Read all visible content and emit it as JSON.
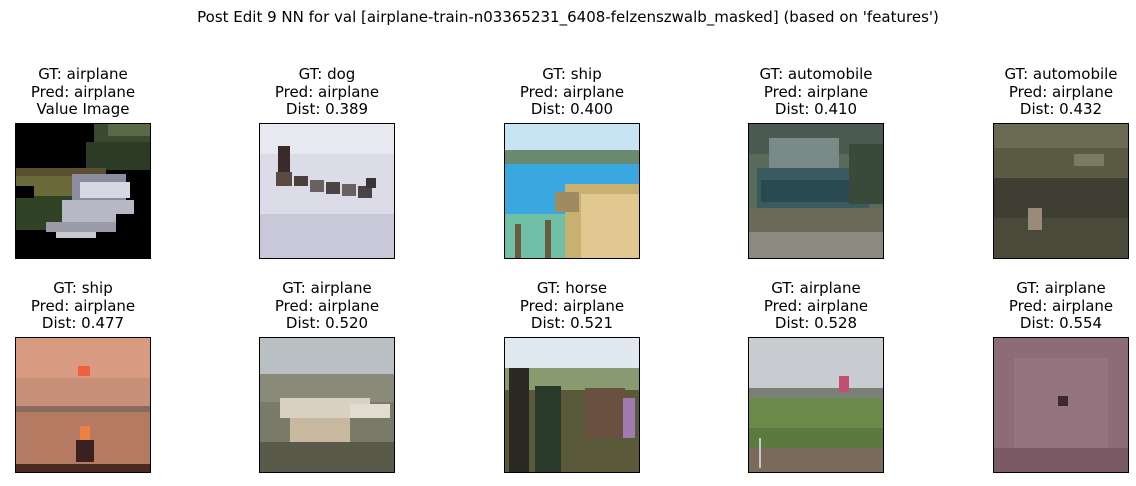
{
  "figure": {
    "title": "Post Edit 9 NN for val [airplane-train-n03365231_6408-felzenszwalb_masked] (based on 'features')"
  },
  "panels": [
    {
      "gt": "GT: airplane",
      "pred": "Pred: airplane",
      "info": "Value Image",
      "scene": "masked-plane"
    },
    {
      "gt": "GT: dog",
      "pred": "Pred: airplane",
      "info": "Dist: 0.389",
      "scene": "dog-sled"
    },
    {
      "gt": "GT: ship",
      "pred": "Pred: airplane",
      "info": "Dist: 0.400",
      "scene": "dock-water"
    },
    {
      "gt": "GT: automobile",
      "pred": "Pred: airplane",
      "info": "Dist: 0.410",
      "scene": "car-building"
    },
    {
      "gt": "GT: automobile",
      "pred": "Pred: airplane",
      "info": "Dist: 0.432",
      "scene": "dark-field"
    },
    {
      "gt": "GT: ship",
      "pred": "Pred: airplane",
      "info": "Dist: 0.477",
      "scene": "sunset-sea"
    },
    {
      "gt": "GT: airplane",
      "pred": "Pred: airplane",
      "info": "Dist: 0.520",
      "scene": "tarmac-planes"
    },
    {
      "gt": "GT: horse",
      "pred": "Pred: airplane",
      "info": "Dist: 0.521",
      "scene": "people-horse"
    },
    {
      "gt": "GT: airplane",
      "pred": "Pred: airplane",
      "info": "Dist: 0.528",
      "scene": "airfield-grass"
    },
    {
      "gt": "GT: airplane",
      "pred": "Pred: airplane",
      "info": "Dist: 0.554",
      "scene": "mauve-sky"
    }
  ]
}
